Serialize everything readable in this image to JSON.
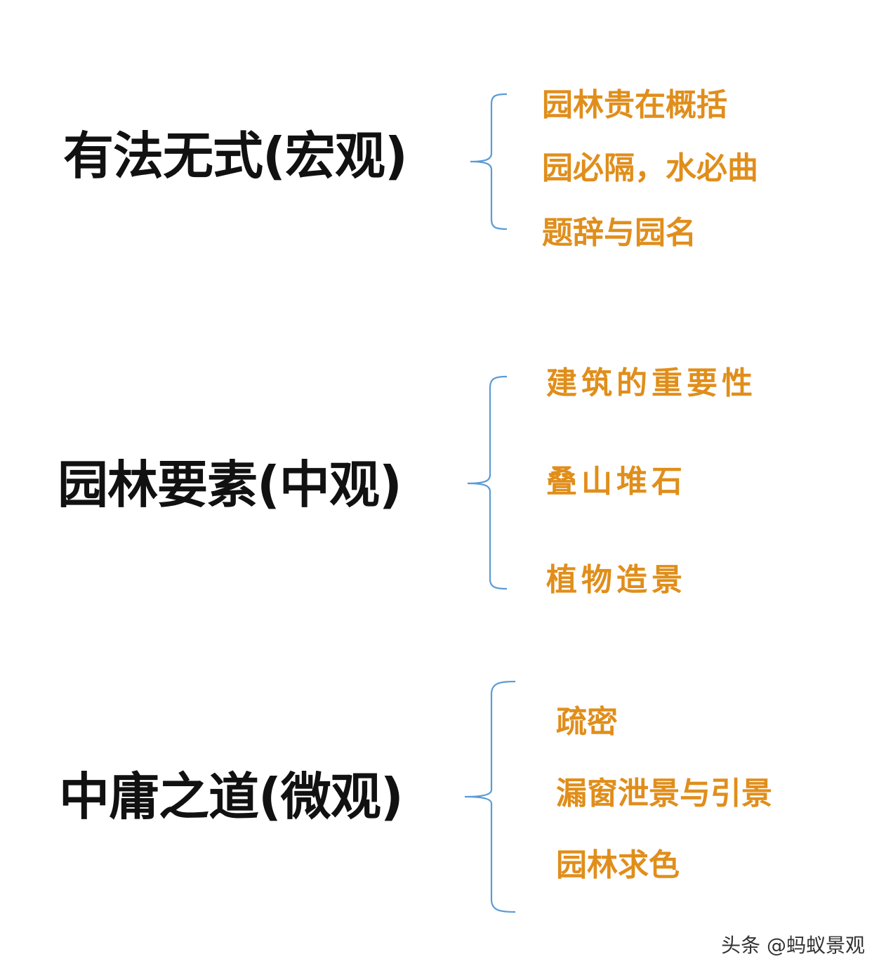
{
  "sections": [
    {
      "title": "有法无式(宏观)",
      "items": [
        "园林贵在概括",
        "园必隔，水必曲",
        "题辞与园名"
      ]
    },
    {
      "title": "园林要素(中观)",
      "items": [
        "建筑的重要性",
        "叠山堆石",
        "植物造景"
      ]
    },
    {
      "title": "中庸之道(微观)",
      "items": [
        "疏密",
        "漏窗泄景与引景",
        "园林求色"
      ]
    }
  ],
  "watermark": "头条 @蚂蚁景观",
  "colors": {
    "title": "#111111",
    "item": "#e08e1b",
    "bracket": "#5b9bd5"
  }
}
